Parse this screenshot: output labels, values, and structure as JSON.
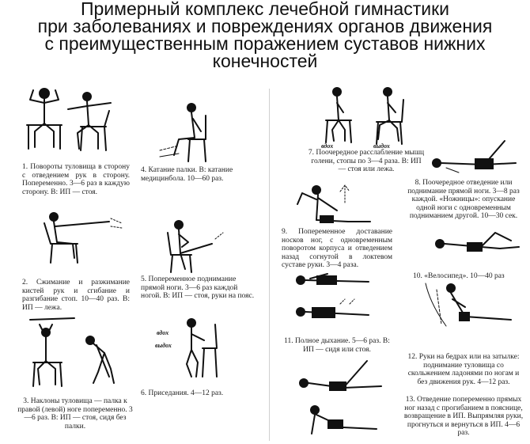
{
  "title": {
    "line1": "Примерный комплекс лечебной гимнастики",
    "line2": "при заболеваниях и повреждениях органов движения",
    "line3": "с преимущественным поражением суставов нижних",
    "line4": "конечностей"
  },
  "breath": {
    "inhale": "вдох",
    "exhale": "выдох"
  },
  "exercises": [
    {
      "id": 1,
      "text": "1. Повороты туловища в сторону с отведением рук в сторону. Попеременно. 3—6 раз в каждую сторону. В: ИП — стоя."
    },
    {
      "id": 2,
      "text": "2. Сжимание и разжимание кистей рук и сгибание и разгибание стоп. 10—40 раз. В: ИП — лежа."
    },
    {
      "id": 3,
      "text": "3. Наклоны туловища — палка к правой (левой) ноге попеременно. 3—6 раз. В: ИП — стоя, сидя без палки."
    },
    {
      "id": 4,
      "text": "4. Катание палки. В: катание медицинбола. 10—60 раз."
    },
    {
      "id": 5,
      "text": "5. Попеременное поднимание прямой ноги. 3—6 раз каждой ногой. В: ИП — стоя, руки на пояс."
    },
    {
      "id": 6,
      "text": "6. Приседания. 4—12 раз."
    },
    {
      "id": 7,
      "text": "7. Поочередное расслабление мышц голени, стопы по 3—4 раза. В: ИП — стоя или лежа."
    },
    {
      "id": 8,
      "text": "8. Поочередное отведение или поднимание прямой ноги. 3—8 раз каждой. «Ножницы»: опускание одной ноги с одновременным подниманием другой. 10—30 сек."
    },
    {
      "id": 9,
      "text": "9. Попеременное доставание носков ног, с одновременным поворотом корпуса и отведением назад согнутой в локтевом суставе руки. 3—4 раза."
    },
    {
      "id": 10,
      "text": "10. «Велосипед». 10—40 раз"
    },
    {
      "id": 11,
      "text": "11. Полное дыхание. 5—6 раз. В: ИП — сидя или стоя."
    },
    {
      "id": 12,
      "text": "12. Руки на бедрах или на затылке: поднимание туловища со скольжением ладонями по ногам и без движения рук. 4—12 раз."
    },
    {
      "id": 13,
      "text": "13. Отведение попеременно прямых ног назад с прогибанием в пояснице, возвращение в ИП. Выпрямляя руки, прогнуться и вернуться в ИП. 4—6 раз."
    }
  ]
}
